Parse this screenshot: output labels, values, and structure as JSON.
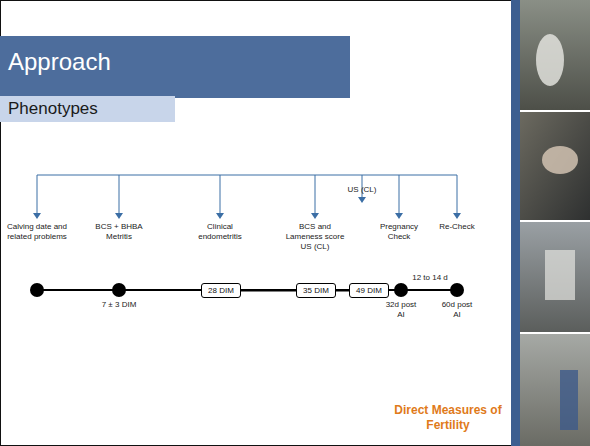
{
  "diagram": {
    "title": "Approach",
    "nodes": [
      {
        "text": [
          "Phenotypes"
        ]
      },
      {
        "text": [
          "28 DIM"
        ]
      },
      {
        "text": [
          "35 DIM"
        ]
      },
      {
        "text": [
          "49 DIM"
        ]
      }
    ],
    "edges": [
      {
        "from": 1,
        "to": 2,
        "arrow": "none"
      },
      {
        "from": 2,
        "to": 3,
        "arrow": "none"
      }
    ],
    "labels": [
      "Calving date and related problems",
      "BCS + BHBA Metritis",
      "Clinical endometritis",
      "BCS and Lameness score US (CL)",
      "US (CL)",
      "Pregnancy Check",
      "Re-Check",
      "7 ± 3 DIM",
      "12 to 14 d",
      "32d post AI",
      "60d post AI",
      "Direct Measures of Fertility"
    ]
  }
}
